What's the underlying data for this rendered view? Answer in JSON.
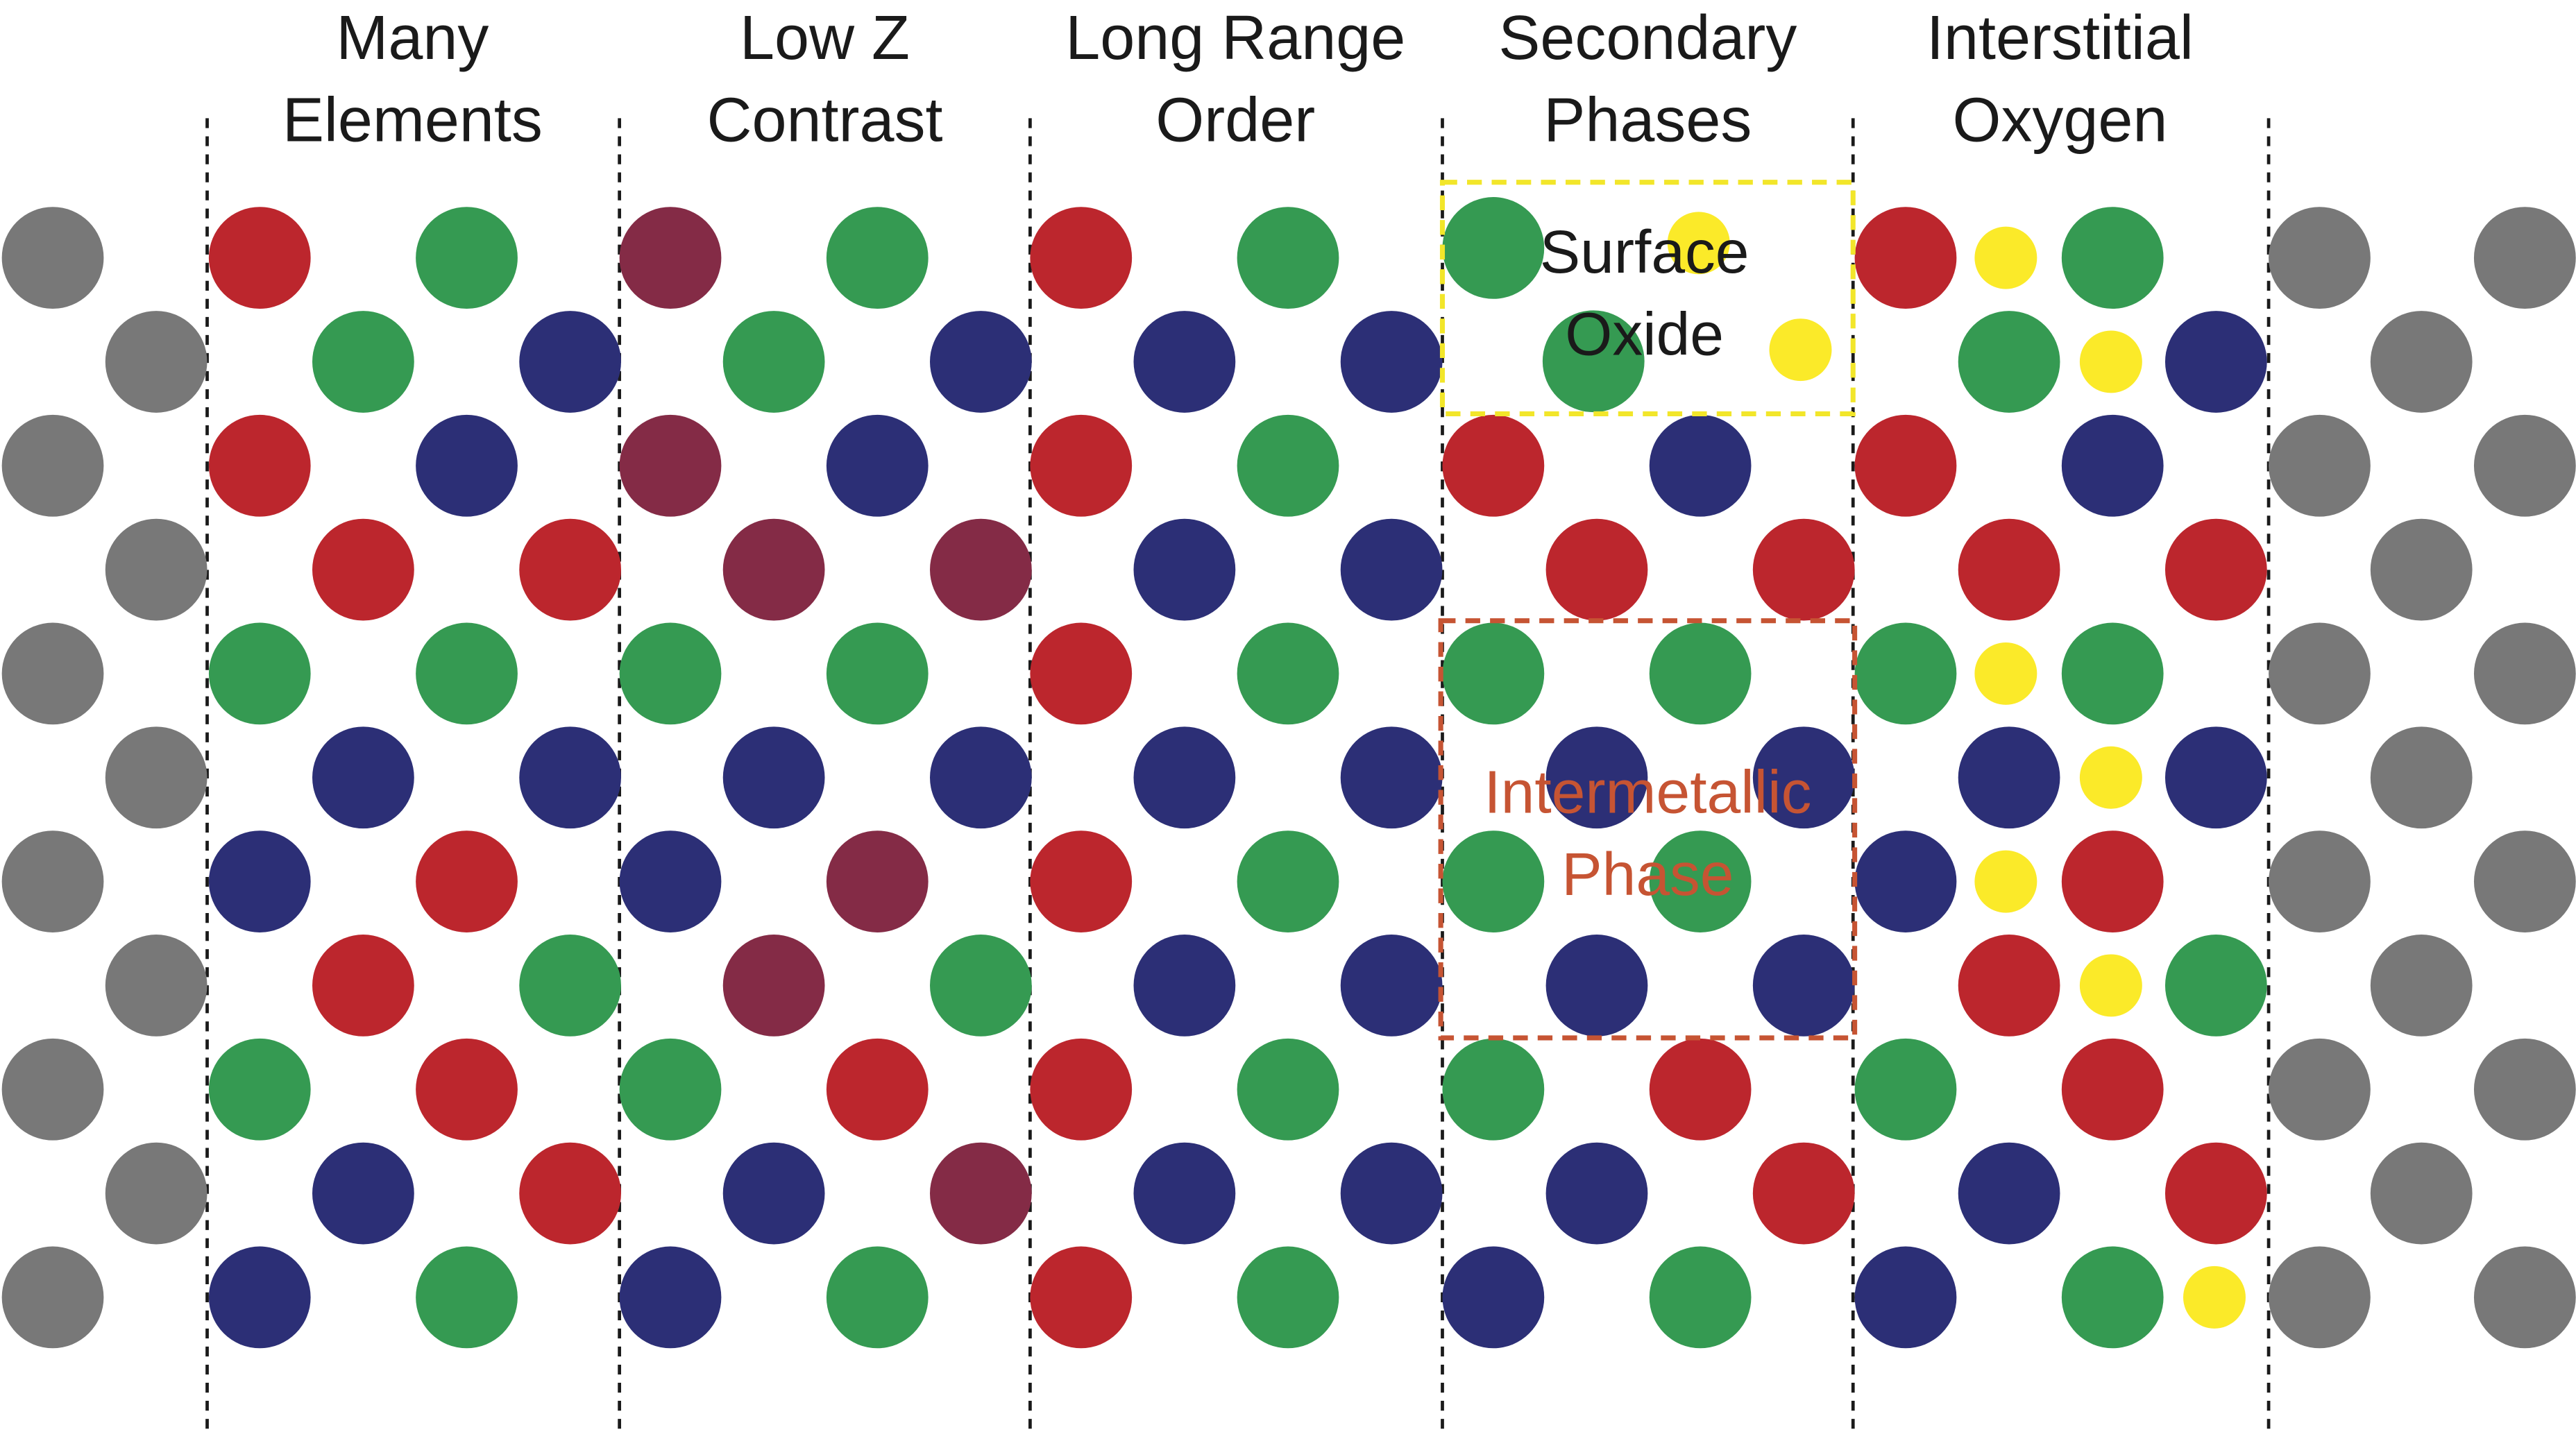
{
  "columns": [
    {
      "title_line1": "Many",
      "title_line2": "Elements"
    },
    {
      "title_line1": "Low Z",
      "title_line2": "Contrast"
    },
    {
      "title_line1": "Long Range",
      "title_line2": "Order"
    },
    {
      "title_line1": "Secondary",
      "title_line2": "Phases"
    },
    {
      "title_line1": "Interstitial",
      "title_line2": "Oxygen"
    }
  ],
  "annotations": {
    "surface_oxide": {
      "line1": "Surface",
      "line2": "Oxide",
      "border_color": "#f2e62a",
      "text_color": "#1a1a1a"
    },
    "intermetallic": {
      "line1": "Intermetallic",
      "line2": "Phase",
      "border_color": "#c65433",
      "text_color": "#c65433"
    }
  },
  "colors": {
    "R": "#bc262d",
    "G": "#359a52",
    "B": "#2c2f76",
    "M": "#842b46",
    "K": "#787878",
    "Y": "#fbea29",
    "divider": "#1a1a1a"
  },
  "lattices": {
    "left_pure": [
      "K",
      "K",
      "K",
      "K",
      "K",
      "K",
      "K",
      "K",
      "K",
      "K",
      "K"
    ],
    "left_pure_odd": [
      "K",
      "K",
      "K",
      "K",
      "K"
    ],
    "many_elements": {
      "row0": [
        "R",
        "G"
      ],
      "row1": [
        "G",
        "B"
      ],
      "row2": [
        "R",
        "B"
      ],
      "row3": [
        "R",
        "R"
      ],
      "row4": [
        "G",
        "G"
      ],
      "row5": [
        "B",
        "B"
      ],
      "row6": [
        "B",
        "R"
      ],
      "row7": [
        "R",
        "G"
      ],
      "row8": [
        "G",
        "R"
      ],
      "row9": [
        "B",
        "R"
      ],
      "row10": [
        "B",
        "G"
      ]
    },
    "low_z_contrast": {
      "row0": [
        "M",
        "G"
      ],
      "row1": [
        "G",
        "B"
      ],
      "row2": [
        "M",
        "B"
      ],
      "row3": [
        "M",
        "M"
      ],
      "row4": [
        "G",
        "G"
      ],
      "row5": [
        "B",
        "B"
      ],
      "row6": [
        "B",
        "M"
      ],
      "row7": [
        "M",
        "G"
      ],
      "row8": [
        "G",
        "R"
      ],
      "row9": [
        "B",
        "M"
      ],
      "row10": [
        "B",
        "G"
      ]
    },
    "long_range_order": {
      "row0": [
        "R",
        "G"
      ],
      "row1": [
        "B",
        "B"
      ],
      "row2": [
        "R",
        "G"
      ],
      "row3": [
        "B",
        "B"
      ],
      "row4": [
        "R",
        "G"
      ],
      "row5": [
        "B",
        "B"
      ],
      "row6": [
        "R",
        "G"
      ],
      "row7": [
        "B",
        "B"
      ],
      "row8": [
        "R",
        "G"
      ],
      "row9": [
        "B",
        "B"
      ],
      "row10": [
        "R",
        "G"
      ]
    },
    "secondary_phases": {
      "row0": [
        "G",
        "Y"
      ],
      "row1": [
        "G",
        "Y"
      ],
      "row2": [
        "R",
        "B"
      ],
      "row3": [
        "R",
        "R"
      ],
      "row4": [
        "G",
        "G"
      ],
      "row5": [
        "B",
        "B"
      ],
      "row6": [
        "G",
        "G"
      ],
      "row7": [
        "B",
        "B"
      ],
      "row8": [
        "G",
        "R"
      ],
      "row9": [
        "B",
        "R"
      ],
      "row10": [
        "B",
        "G"
      ]
    },
    "interstitial_oxygen": {
      "row0": [
        "R",
        "Y",
        "G"
      ],
      "row1": [
        "G",
        "Y",
        "B"
      ],
      "row2": [
        "R",
        "B"
      ],
      "row3": [
        "R",
        "R"
      ],
      "row4": [
        "G",
        "Y",
        "G"
      ],
      "row5": [
        "B",
        "Y",
        "B"
      ],
      "row6": [
        "B",
        "Y",
        "R"
      ],
      "row7": [
        "R",
        "Y",
        "G"
      ],
      "row8": [
        "G",
        "R"
      ],
      "row9": [
        "B",
        "R"
      ],
      "row10": [
        "B",
        "G",
        "Y"
      ]
    },
    "right_pure": [
      "K",
      "K",
      "K",
      "K",
      "K",
      "K",
      "K",
      "K",
      "K",
      "K",
      "K"
    ]
  }
}
